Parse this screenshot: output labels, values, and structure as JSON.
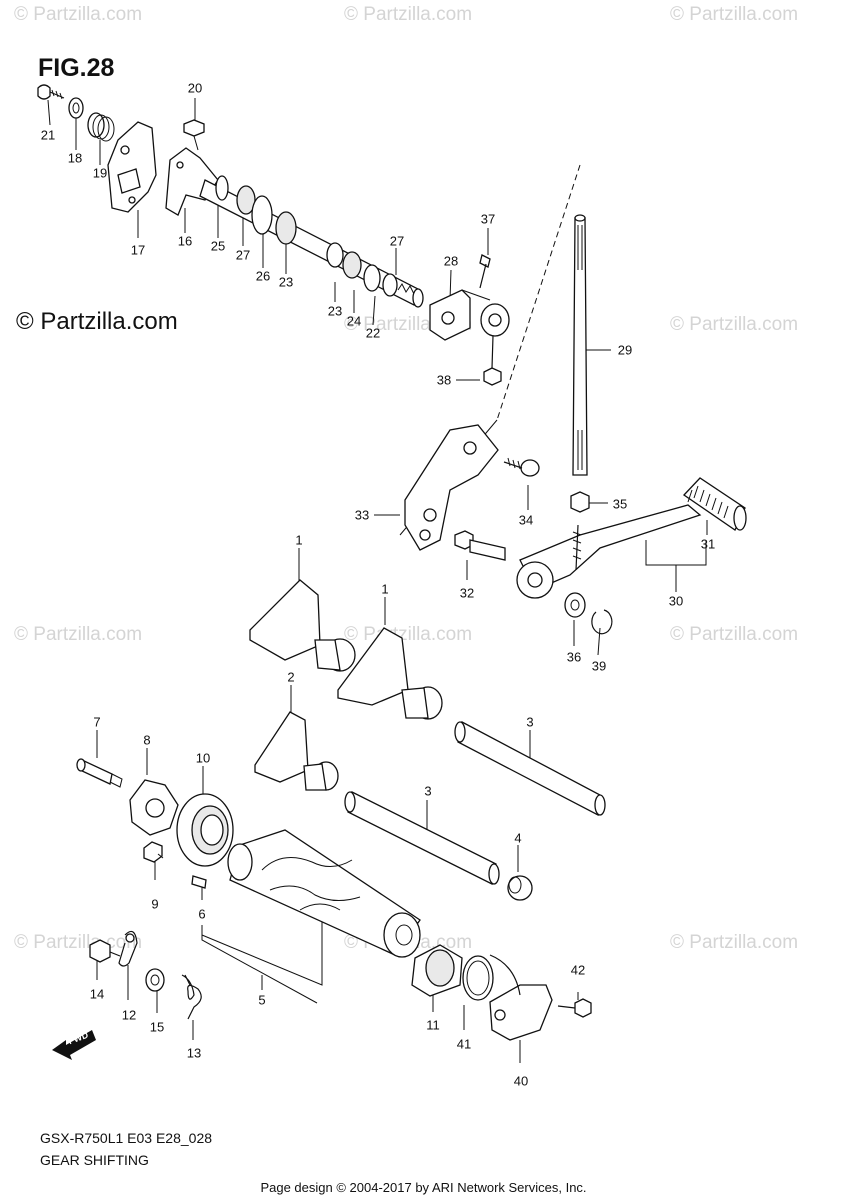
{
  "figure_title": "FIG.28",
  "watermark_main": "© Partzilla.com",
  "watermark_faint": "© Partzilla.com",
  "model_code": "GSX-R750L1 E03 E28_028",
  "caption": "GEAR SHIFTING",
  "footer": "Page design © 2004-2017 by ARI Network Services, Inc.",
  "fwd_label": "FWD",
  "callouts": {
    "c1a": "1",
    "c1b": "1",
    "c2": "2",
    "c3a": "3",
    "c3b": "3",
    "c4": "4",
    "c5": "5",
    "c6": "6",
    "c7": "7",
    "c8": "8",
    "c9": "9",
    "c10": "10",
    "c11": "11",
    "c12": "12",
    "c13": "13",
    "c14": "14",
    "c15": "15",
    "c16": "16",
    "c17": "17",
    "c18": "18",
    "c19": "19",
    "c20": "20",
    "c21": "21",
    "c22": "22",
    "c23a": "23",
    "c23b": "23",
    "c24": "24",
    "c25": "25",
    "c26": "26",
    "c27a": "27",
    "c27b": "27",
    "c28": "28",
    "c29": "29",
    "c30": "30",
    "c31": "31",
    "c32": "32",
    "c33": "33",
    "c34": "34",
    "c35": "35",
    "c36": "36",
    "c37": "37",
    "c38": "38",
    "c39": "39",
    "c40": "40",
    "c41": "41",
    "c42": "42"
  }
}
